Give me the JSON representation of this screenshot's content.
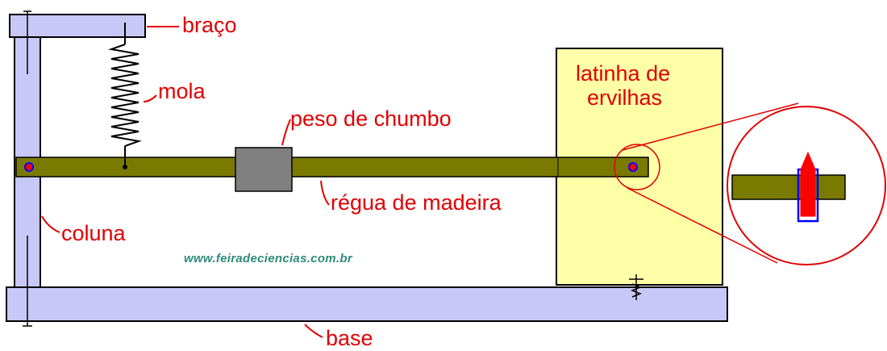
{
  "labels": {
    "arm": "braço",
    "spring": "mola",
    "weight": "peso de chumbo",
    "can": [
      "latinha de",
      "ervilhas"
    ],
    "ruler": "régua de madeira",
    "column": "coluna",
    "base": "base"
  },
  "watermark": "www.feiradeciencias.com.br",
  "colors": {
    "frame": "#c8c8f8",
    "wood": "#7a7a00",
    "can": "#ffffa8",
    "lead": "#808080",
    "label": "#e00000",
    "pivot": "#ff0000",
    "pivot_ring": "#0000ff",
    "watermark": "#2e8b7a"
  }
}
